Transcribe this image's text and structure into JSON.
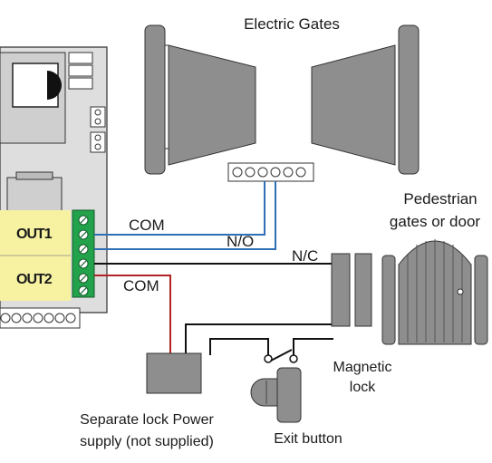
{
  "labels": {
    "gates_title": "Electric Gates",
    "pedestrian_line1": "Pedestrian",
    "pedestrian_line2": "gates or door",
    "out1": "OUT1",
    "out2": "OUT2",
    "com_top": "COM",
    "no": "N/O",
    "nc": "N/C",
    "com_bottom": "COM",
    "maglock_line1": "Magnetic",
    "maglock_line2": "lock",
    "exit_button": "Exit button",
    "power_line1": "Separate lock Power",
    "power_line2": "supply (not supplied)"
  },
  "colors": {
    "wire_blue": "#2f6fb5",
    "wire_red": "#b22222",
    "wire_black": "#111111",
    "terminal_green": "#22a24a",
    "out_highlight": "#f7f2a2",
    "device_grey": "#8e8e8e",
    "panel_grey": "#dcdcdc"
  },
  "icons": {
    "gate_leaf_left": "gate-leaf-icon",
    "gate_leaf_right": "gate-leaf-icon",
    "pedestrian_gate": "door-icon",
    "magnetic_lock": "magnet-icon",
    "exit_button": "push-button-icon",
    "power_supply": "power-supply-icon"
  }
}
